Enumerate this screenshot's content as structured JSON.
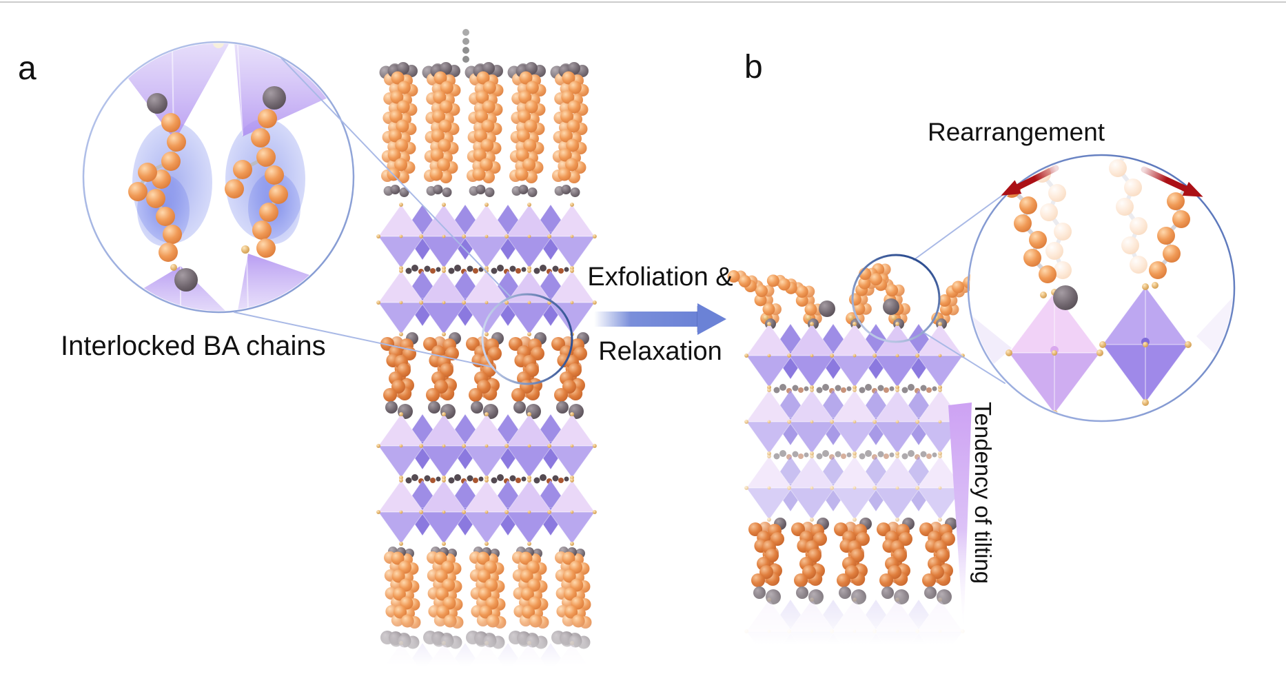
{
  "figure": {
    "panels": {
      "a": {
        "label": "a",
        "caption": "Interlocked BA chains"
      },
      "b": {
        "label": "b",
        "annotation": "Rearrangement",
        "colorbar_label": "Tendency of tilting"
      }
    },
    "transition": {
      "line1": "Exfoliation &",
      "line2": "Relaxation"
    }
  },
  "structures": {
    "panel_a_layers": [
      "ba-top",
      "octa",
      "octa",
      "ba-inter",
      "octa",
      "octa",
      "ba-bottom",
      "octa-faded"
    ],
    "panel_b_layers": [
      "ba-tilted",
      "octa",
      "octa",
      "octa",
      "ba-inter",
      "octa-faded"
    ]
  },
  "colors": {
    "background": "#ffffff",
    "top_divider": "#cbcbcb",
    "text": "#111111",
    "transition_arrow_blue": "#6b82d6",
    "transition_arrow_edge": "#2b3f8f",
    "callout_line_blue": "#a9b9e6",
    "highlight_ring_navy": "#2f4f92",
    "highlight_ring_light": "#cdd8f0",
    "inset_ring_light": "#bcc9ee",
    "inset_ring_dark": "#7e95cf",
    "rearrangement_arrow_red": "#ab1016",
    "ba_carbon_orange": "#e8874a",
    "ba_ghost_peach": "#fbe4d3",
    "terminal_gray": "#5f575e",
    "bond_gray": "#bcbcc4",
    "octa_top1": "#ead8f8",
    "octa_bot1": "#b9a8ef",
    "octa_top2": "#ddc9f6",
    "octa_bot2": "#a795ea",
    "octa_back_top": "#9e8de6",
    "octa_back_bot": "#8b79df",
    "octa_pink_top": "#f1d2f7",
    "octa_pink_bot": "#cfadf1",
    "vertex_gold": "#dfb06f",
    "atom_rust": "#aa5730",
    "atom_dark": "#544a51",
    "interlock_glow_blue": "#5264e0",
    "cone_purple": "#ac8cf0",
    "tilt_gradient_purple": "#cda2f3",
    "ellipsis_gray": "#8f8f8f"
  }
}
